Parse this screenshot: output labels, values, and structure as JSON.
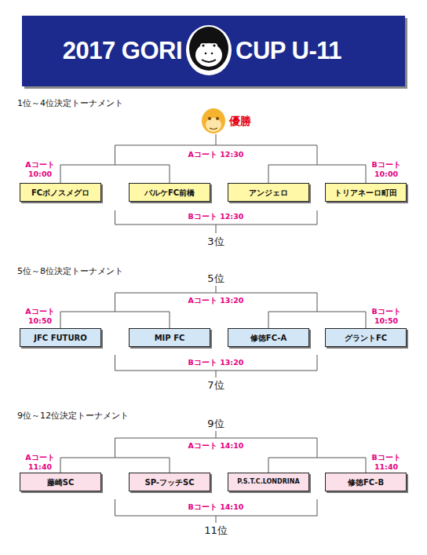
{
  "diagram": {
    "title": "2017 GORI",
    "nodes": [
      {
        "text": [
          "FCボノスメグロ"
        ]
      },
      {
        "text": [
          "バルケFC前橋"
        ]
      },
      {
        "text": [
          "アンジェロ"
        ]
      },
      {
        "text": [
          "トリアネーロ町田"
        ]
      },
      {
        "text": [
          "JFC FUTURO"
        ]
      },
      {
        "text": [
          "MIP FC"
        ]
      },
      {
        "text": [
          "修徳FC-A"
        ]
      },
      {
        "text": [
          "グラントFC"
        ]
      },
      {
        "text": [
          "藤崎SC"
        ]
      },
      {
        "text": [
          "SP-フッチSC"
        ]
      },
      {
        "text": [
          "P.S.T.C.LONDRINA"
        ]
      },
      {
        "text": [
          "修徳FC-B"
        ]
      }
    ],
    "edges": [
      {
        "from": 0,
        "to": 1,
        "arrow": "none",
        "label": "Aコート 10:00"
      },
      {
        "from": 2,
        "to": 3,
        "arrow": "none",
        "label": "Bコート 10:00"
      },
      {
        "from": 4,
        "to": 5,
        "arrow": "none",
        "label": "Aコート 10:50"
      },
      {
        "from": 6,
        "to": 7,
        "arrow": "none",
        "label": "Bコート 10:50"
      },
      {
        "from": 8,
        "to": 9,
        "arrow": "none",
        "label": "Aコート 11:40"
      },
      {
        "from": 10,
        "to": 11,
        "arrow": "none",
        "label": "Bコート 11:40"
      }
    ],
    "labels": [
      "CUP U-11",
      "1位～4位決定トーナメント",
      "優勝",
      "Aコート 12:30",
      "Bコート 12:30",
      "3位",
      "5位～8位決定トーナメント",
      "5位",
      "Aコート 13:20",
      "Bコート 13:20",
      "7位",
      "9位～12位決定トーナメント",
      "9位",
      "Aコート 14:10",
      "Bコート 14:10",
      "11位"
    ]
  }
}
